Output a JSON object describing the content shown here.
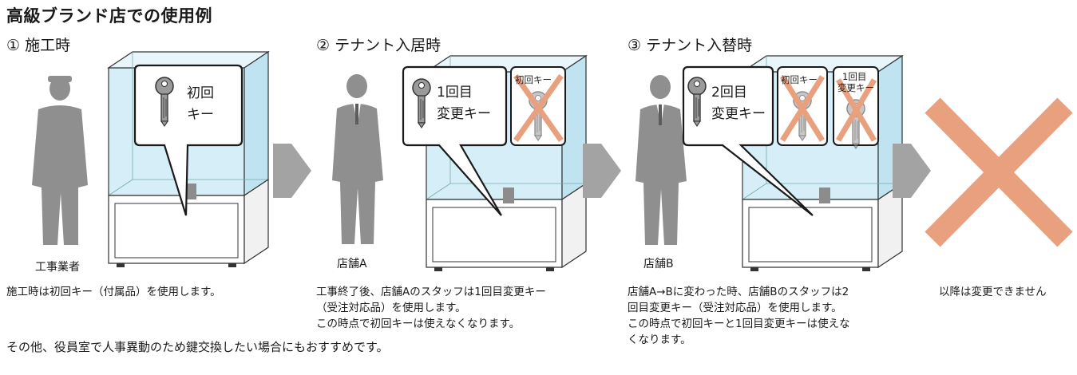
{
  "title": "高級ブランド店での使用例",
  "steps": [
    {
      "heading": "① 施工時",
      "person": "工事業者",
      "key_label": [
        "初回",
        "キー"
      ],
      "description": [
        "施工時は初回キー（付属品）を使用します。"
      ]
    },
    {
      "heading": "② テナント入居時",
      "person": "店舗A",
      "key_label": [
        "1回目",
        "変更キー"
      ],
      "cancelled_keys": [
        "初回キー"
      ],
      "description": [
        "工事終了後、店舗Aのスタッフは1回目変更キー",
        "（受注対応品）を使用します。",
        "この時点で初回キーは使えなくなります。"
      ]
    },
    {
      "heading": "③ テナント入替時",
      "person": "店舗B",
      "key_label": [
        "2回目",
        "変更キー"
      ],
      "cancelled_keys": [
        "初回キー",
        "1回目",
        "変更キー"
      ],
      "description": [
        "店舗A→Bに変わった時、店舗Bのスタッフは2",
        "回目変更キー（受注対応品）を使用します。",
        "この時点で初回キーと1回目変更キーは使えな",
        "くなります。"
      ]
    },
    {
      "description": [
        "以降は変更できません"
      ]
    }
  ],
  "footer": "その他、役員室で人事異動のため鍵交換したい場合にもおすすめです。",
  "colors": {
    "cross": "#e8a07e",
    "arrow": "#a3a3a3",
    "silhouette": "#8f8f8f",
    "glass": "#d2ecf5"
  }
}
